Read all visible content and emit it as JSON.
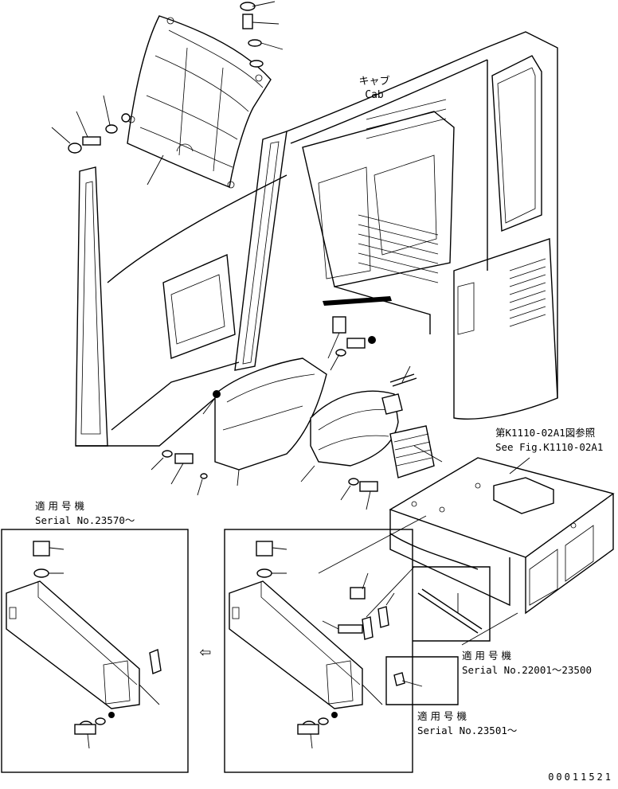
{
  "labels": {
    "cab_ja": "キャブ",
    "cab_en": "Cab",
    "ref_ja": "第K1110-02A1図参照",
    "ref_en": "See Fig.K1110-02A1",
    "serial_a_ja": "適用号機",
    "serial_a_en": "Serial No.23570～",
    "serial_b_ja": "適用号機",
    "serial_b_en": "Serial No.22001～23500",
    "serial_c_ja": "適用号機",
    "serial_c_en": "Serial No.23501～",
    "drawing_no": "00011521"
  },
  "arrow_symbol": "⇦"
}
